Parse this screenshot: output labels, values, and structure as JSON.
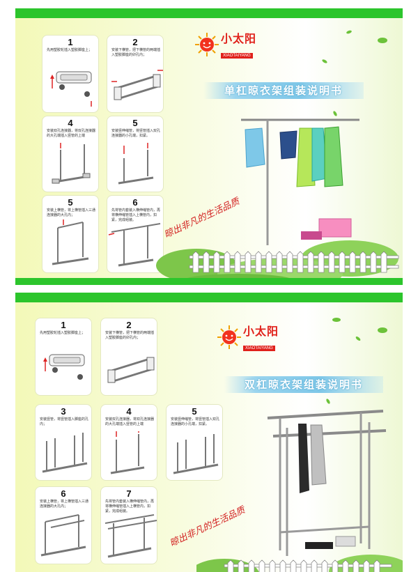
{
  "panel1": {
    "brand_cn": "小太阳",
    "brand_en": "XIAOTAIYANG",
    "title": "单杠晾衣架组装说明书",
    "slogan": "晾出非凡的生活品质",
    "steps": [
      {
        "num": "1",
        "text": "先用塑胶轮插入塑胶脚座上；"
      },
      {
        "num": "2",
        "text": "安装下横管，把下横管的两端插入塑胶脚座的卯孔内；"
      },
      {
        "num": "4",
        "text": "安装双孔连接器，将双孔连接器的大孔端插入竖管的上端"
      },
      {
        "num": "5",
        "text": "安装竖伸缩管，将竖管插入双孔连接器的小孔端，扣紧。"
      },
      {
        "num": "5",
        "text": "安装上横管，将上横管插入三通连接器的大孔内；"
      },
      {
        "num": "6",
        "text": "先将管内套装入横伸缩管内，再将横伸缩管插入上横管内，扣紧，完成组装。"
      }
    ]
  },
  "panel2": {
    "brand_cn": "小太阳",
    "brand_en": "XIAOTAIYANG",
    "title": "双杠晾衣架组装说明书",
    "slogan": "晾出非凡的生活品质",
    "steps": [
      {
        "num": "1",
        "text": "先用塑胶轮插入塑胶脚座上；"
      },
      {
        "num": "2",
        "text": "安装下横管，把下横管的两端插入塑胶脚座的卯孔内；"
      },
      {
        "num": "3",
        "text": "安装竖管，将竖管插入脚座的孔内；"
      },
      {
        "num": "4",
        "text": "安装双孔连接器，将双孔连接器的大孔端插入竖管的上端"
      },
      {
        "num": "5",
        "text": "安装竖伸缩管，将竖管插入双孔连接器的小孔端，扣紧。"
      },
      {
        "num": "6",
        "text": "安装上横管，将上横管插入三通连接器的大孔内；"
      },
      {
        "num": "7",
        "text": "先将管内套装入横伸缩管内，再将横伸缩管插入上横管内，扣紧，完成组装。"
      }
    ]
  },
  "colors": {
    "green": "#2cc52c",
    "red": "#e0201a",
    "blue": "#7ec7e8"
  }
}
